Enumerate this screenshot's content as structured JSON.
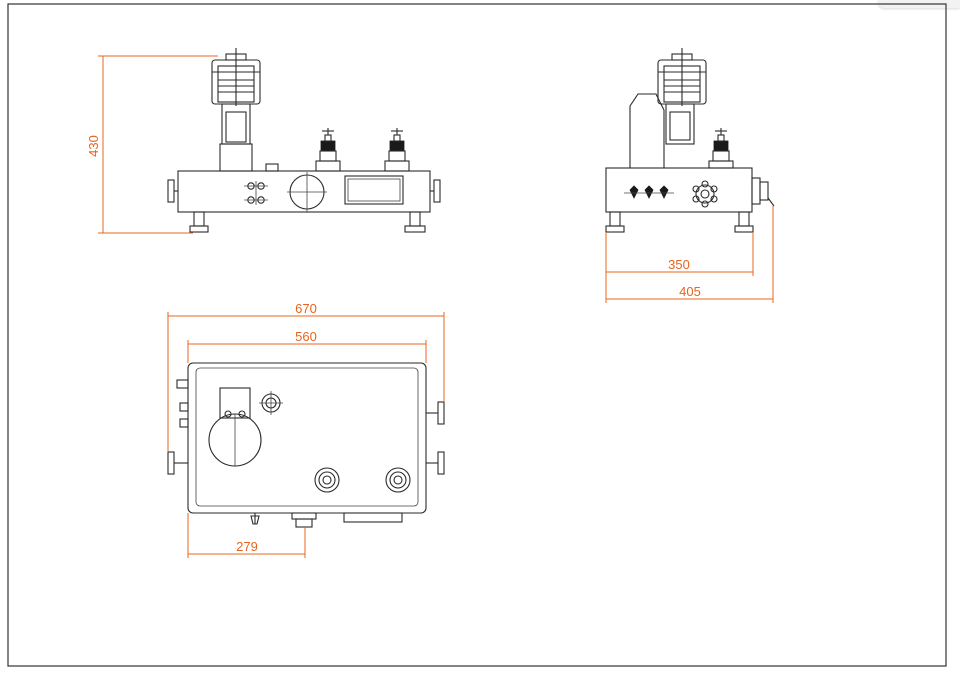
{
  "dimensions": {
    "front_height": "430",
    "side_depth_inner": "350",
    "side_depth_outer": "405",
    "top_width_outer": "670",
    "top_width_inner": "560",
    "top_offset": "279"
  },
  "colors": {
    "dimension": "#e8641e",
    "line": "#2a2a2a"
  }
}
